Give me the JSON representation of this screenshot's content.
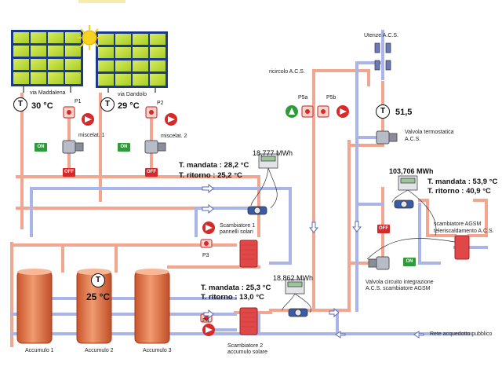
{
  "sites": {
    "left": "via Maddalena",
    "right": "via Dandolo"
  },
  "temperatures": {
    "panel_left": "30 °C",
    "panel_right": "29 °C",
    "storage": "25 °C",
    "acs": "51,5"
  },
  "sensor_symbol": "T",
  "pumps": {
    "p1": "P1",
    "p2": "P2",
    "p3": "P3",
    "p4": "P4",
    "p5a": "P5a",
    "p5b": "P5b"
  },
  "mixers": {
    "m1": "miscelat. 1",
    "m2": "miscelat. 2"
  },
  "buttons": {
    "on": "ON",
    "off": "OFF"
  },
  "meter_solar_panels": {
    "energy": "18,777 MWh",
    "supply": "T. mandata : 28,2 °C",
    "return": "T. ritorno : 25,2 °C"
  },
  "meter_storage": {
    "energy": "18,862 MWh",
    "supply": "T. mandata : 25,3 °C",
    "return": "T. ritorno : 13,0 °C"
  },
  "meter_district": {
    "energy": "103,706 MWh",
    "supply": "T. mandata : 53,9 °C",
    "return": "T. ritorno : 40,9 °C"
  },
  "labels": {
    "exchanger1_line1": "Scambiatore 1",
    "exchanger1_line2": "pannelli solari",
    "exchanger2_line1": "Scambiatore 2",
    "exchanger2_line2": "accumulo solare",
    "agsm_line1": "scambiatore AGSM",
    "agsm_line2": "teleriscaldamento A.C.S.",
    "valve_integration_line1": "Valvola circuito integrazione",
    "valve_integration_line2": "A.C.S. scambiatore AGSM",
    "thermostatic_line1": "Valvola termostatica",
    "thermostatic_line2": "A.C.S.",
    "users": "Utenze A.C.S.",
    "recirculation": "ricircolo A.C.S.",
    "public_water": "Rete acquedotto pubblico"
  },
  "tanks": [
    "Accumulo 1",
    "Accumulo 2",
    "Accumulo 3"
  ],
  "colors": {
    "hot_pipe": "#f2a58f",
    "hot_pipe_edge": "#e06a52",
    "cold_pipe": "#a9b4e8",
    "cold_pipe_edge": "#5866c8",
    "tank": "#e07a50",
    "panel_cell": "#c8e03c",
    "panel_frame": "#1c3a8c",
    "sun": "#f7d21e",
    "pump_red": "#d82a2a",
    "exchanger": "#e04848",
    "on_green": "#2f9a3a"
  }
}
